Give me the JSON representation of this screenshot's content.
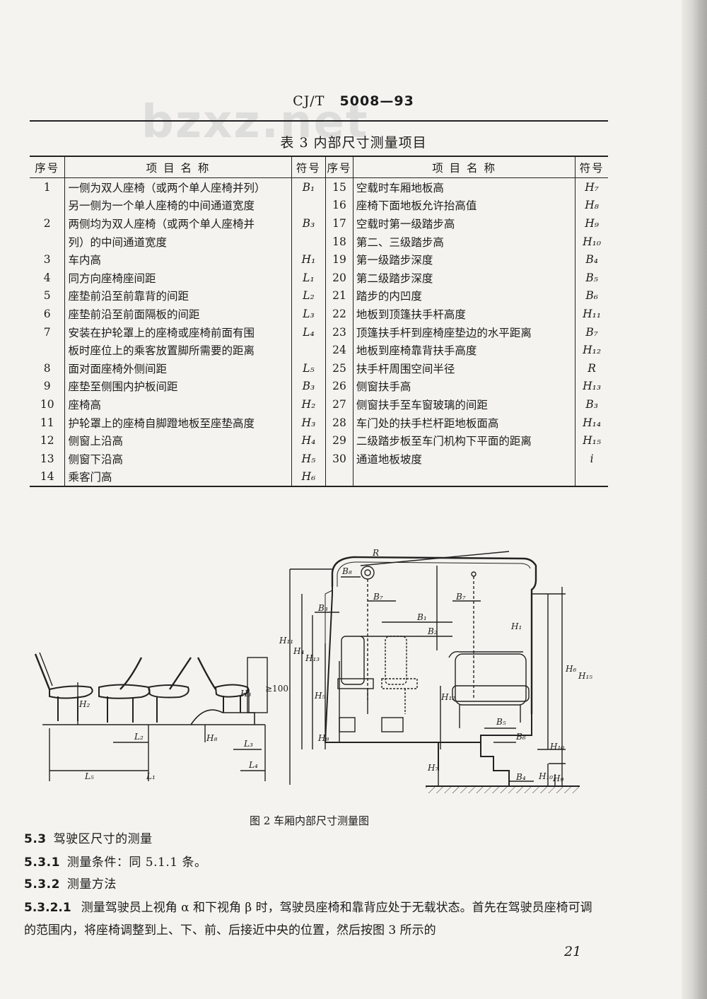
{
  "header": {
    "std_prefix": "CJ/T",
    "std_number": "5008—93"
  },
  "watermark": "bzxz.net",
  "table": {
    "title": "表 3   内部尺寸测量项目",
    "headers": [
      "序号",
      "项 目 名 称",
      "符号",
      "序号",
      "项 目 名 称",
      "符号"
    ],
    "left_rows": [
      {
        "no": "1",
        "name": "一侧为双人座椅（或两个单人座椅并列）",
        "sym": "B₁"
      },
      {
        "no": "",
        "name": "另一侧为一个单人座椅的中间通道宽度",
        "sym": ""
      },
      {
        "no": "2",
        "name": "两侧均为双人座椅（或两个单人座椅并",
        "sym": "B₃"
      },
      {
        "no": "",
        "name": "列）的中间通道宽度",
        "sym": ""
      },
      {
        "no": "3",
        "name": "车内高",
        "sym": "H₁"
      },
      {
        "no": "4",
        "name": "同方向座椅座间距",
        "sym": "L₁"
      },
      {
        "no": "5",
        "name": "座垫前沿至前靠背的间距",
        "sym": "L₂"
      },
      {
        "no": "6",
        "name": "座垫前沿至前面隔板的间距",
        "sym": "L₃"
      },
      {
        "no": "7",
        "name": "安装在护轮罩上的座椅或座椅前面有围",
        "sym": "L₄"
      },
      {
        "no": "",
        "name": "板时座位上的乘客放置脚所需要的距离",
        "sym": ""
      },
      {
        "no": "8",
        "name": "面对面座椅外侧间距",
        "sym": "L₅"
      },
      {
        "no": "9",
        "name": "座垫至侧围内护板间距",
        "sym": "B₃"
      },
      {
        "no": "10",
        "name": "座椅高",
        "sym": "H₂"
      },
      {
        "no": "11",
        "name": "护轮罩上的座椅自脚蹬地板至座垫高度",
        "sym": "H₃"
      },
      {
        "no": "12",
        "name": "侧窗上沿高",
        "sym": "H₄"
      },
      {
        "no": "13",
        "name": "侧窗下沿高",
        "sym": "H₅"
      },
      {
        "no": "14",
        "name": "乘客门高",
        "sym": "H₆"
      }
    ],
    "right_rows": [
      {
        "no": "15",
        "name": "空载时车厢地板高",
        "sym": "H₇"
      },
      {
        "no": "16",
        "name": "座椅下面地板允许抬高值",
        "sym": "H₈"
      },
      {
        "no": "17",
        "name": "空载时第一级踏步高",
        "sym": "H₉"
      },
      {
        "no": "18",
        "name": "第二、三级踏步高",
        "sym": "H₁₀"
      },
      {
        "no": "19",
        "name": "第一级踏步深度",
        "sym": "B₄"
      },
      {
        "no": "20",
        "name": "第二级踏步深度",
        "sym": "B₅"
      },
      {
        "no": "21",
        "name": "踏步的内凹度",
        "sym": "B₆"
      },
      {
        "no": "22",
        "name": "地板到顶篷扶手杆高度",
        "sym": "H₁₁"
      },
      {
        "no": "23",
        "name": "顶篷扶手杆到座椅座垫边的水平距离",
        "sym": "B₇"
      },
      {
        "no": "24",
        "name": "地板到座椅靠背扶手高度",
        "sym": "H₁₂"
      },
      {
        "no": "25",
        "name": "扶手杆周围空间半径",
        "sym": "R"
      },
      {
        "no": "26",
        "name": "侧窗扶手高",
        "sym": "H₁₃"
      },
      {
        "no": "27",
        "name": "侧窗扶手至车窗玻璃的间距",
        "sym": "B₃"
      },
      {
        "no": "28",
        "name": "车门处的扶手栏杆距地板面高",
        "sym": "H₁₄"
      },
      {
        "no": "29",
        "name": "二级踏步板至车门机构下平面的距离",
        "sym": "H₁₅"
      },
      {
        "no": "30",
        "name": "通道地板坡度",
        "sym": "i"
      },
      {
        "no": "",
        "name": "",
        "sym": ""
      }
    ]
  },
  "figure": {
    "caption": "图 2   车厢内部尺寸测量图",
    "labels": {
      "R": "R",
      "B8": "B₈",
      "B7a": "B₇",
      "B7b": "B₇",
      "B3": "B₃",
      "B1": "B₁",
      "B2": "B₂",
      "H11": "H₁₁",
      "H4": "H₄",
      "H13": "H₁₃",
      "H5": "H₅",
      "H8": "H₈",
      "H1": "H₁",
      "H12": "H₁₂",
      "H6": "H₆",
      "H15": "H₁₅",
      "B5": "B₅",
      "B6": "B₆",
      "H10a": "H₁₀",
      "H7": "H₇",
      "H10b": "H₁₀",
      "H9": "H₉",
      "B4": "B₄",
      "H2": "H₂",
      "H3": "H₃",
      "min100": "≥100",
      "H8b": "H₈",
      "L2": "L₂",
      "L3": "L₃",
      "L5": "L₅",
      "L1": "L₁",
      "L4": "L₄"
    }
  },
  "sections": [
    {
      "num": "5.3",
      "text": "驾驶区尺寸的测量"
    },
    {
      "num": "5.3.1",
      "text": "测量条件：同 5.1.1 条。"
    },
    {
      "num": "5.3.2",
      "text": "测量方法"
    }
  ],
  "paragraph": {
    "num": "5.3.2.1",
    "text": "测量驾驶员上视角 α 和下视角 β 时，驾驶员座椅和靠背应处于无载状态。首先在驾驶员座椅可调的范围内，将座椅调整到上、下、前、后接近中央的位置，然后按图 3 所示的"
  },
  "page_number": "21"
}
